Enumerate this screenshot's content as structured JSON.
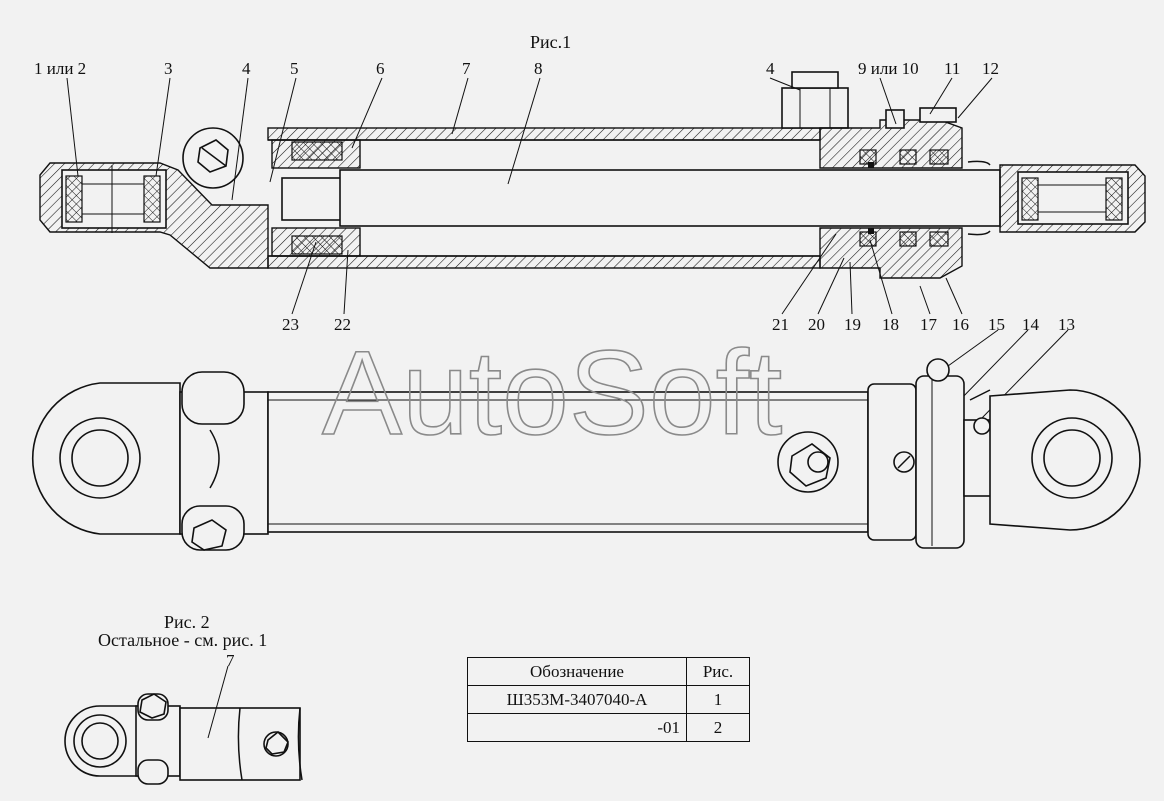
{
  "figure1": {
    "title": "Рис.1",
    "callouts_top": [
      "1 или 2",
      "3",
      "4",
      "5",
      "6",
      "7",
      "8",
      "4",
      "9 или 10",
      "11",
      "12"
    ],
    "callouts_bottom": [
      "23",
      "22",
      "21",
      "20",
      "19",
      "18",
      "17",
      "16"
    ],
    "callouts_view": [
      "15",
      "14",
      "13"
    ]
  },
  "figure2": {
    "title": "Рис. 2",
    "subtitle": "Остальное - см. рис. 1",
    "callout": "7"
  },
  "watermark": "AutoSoft",
  "table": {
    "headers": [
      "Обозначение",
      "Рис."
    ],
    "rows": [
      [
        "Ш353М-3407040-А",
        "1"
      ],
      [
        "-01",
        "2"
      ]
    ]
  }
}
